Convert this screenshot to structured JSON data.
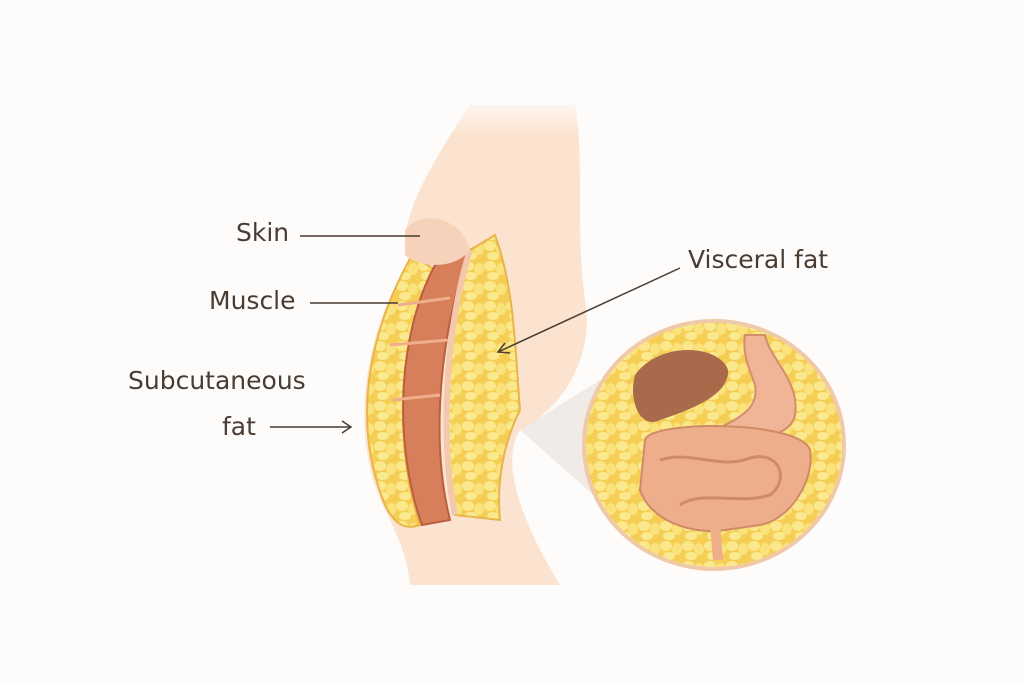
{
  "labels": {
    "skin": "Skin",
    "muscle": "Muscle",
    "subcutaneous_line1": "Subcutaneous",
    "subcutaneous_line2": "fat",
    "visceral": "Visceral fat"
  },
  "colors": {
    "skin": "#fbe3cf",
    "fat": "#f7d65c",
    "fat_cell": "#fbe98f",
    "muscle": "#d77f5b",
    "organ_liver": "#a86a4a",
    "organ_intestine": "#eeae8c",
    "text": "#4a3b33"
  }
}
